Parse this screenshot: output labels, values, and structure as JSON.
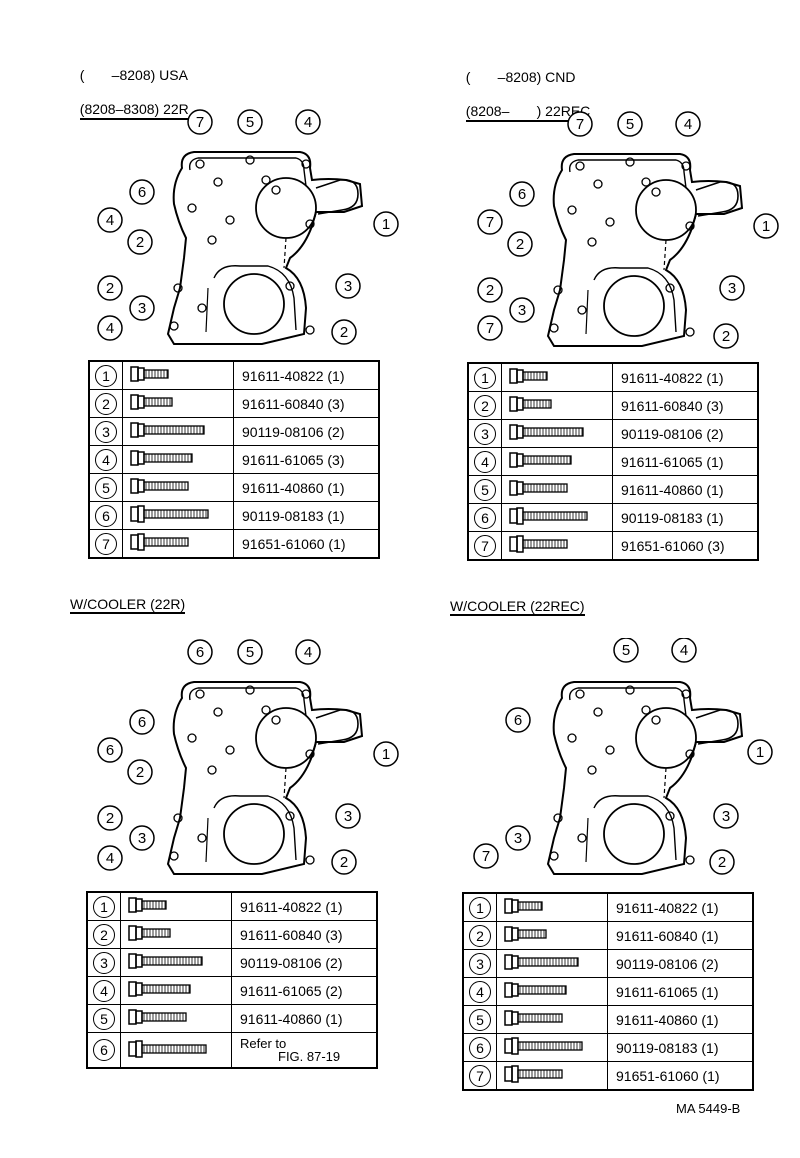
{
  "headers": {
    "tl_line1": "(       –8208) USA",
    "tl_line2": "(8208–8308) 22R",
    "tr_line1": "(       –8208) CND",
    "tr_line2": "(8208–       ) 22REC"
  },
  "sections": {
    "bl_title": "W/COOLER (22R)",
    "br_title": "W/COOLER (22REC)"
  },
  "callouts": [
    "1",
    "2",
    "3",
    "4",
    "5",
    "6",
    "7"
  ],
  "tables": {
    "tl": [
      {
        "n": "1",
        "pn": "91611-40822 (1)"
      },
      {
        "n": "2",
        "pn": "91611-60840 (3)"
      },
      {
        "n": "3",
        "pn": "90119-08106 (2)"
      },
      {
        "n": "4",
        "pn": "91611-61065 (3)"
      },
      {
        "n": "5",
        "pn": "91611-40860 (1)"
      },
      {
        "n": "6",
        "pn": "90119-08183 (1)"
      },
      {
        "n": "7",
        "pn": "91651-61060 (1)"
      }
    ],
    "tr": [
      {
        "n": "1",
        "pn": "91611-40822 (1)"
      },
      {
        "n": "2",
        "pn": "91611-60840 (3)"
      },
      {
        "n": "3",
        "pn": "90119-08106 (2)"
      },
      {
        "n": "4",
        "pn": "91611-61065 (1)"
      },
      {
        "n": "5",
        "pn": "91611-40860 (1)"
      },
      {
        "n": "6",
        "pn": "90119-08183 (1)"
      },
      {
        "n": "7",
        "pn": "91651-61060 (3)"
      }
    ],
    "bl": [
      {
        "n": "1",
        "pn": "91611-40822 (1)"
      },
      {
        "n": "2",
        "pn": "91611-60840 (3)"
      },
      {
        "n": "3",
        "pn": "90119-08106 (2)"
      },
      {
        "n": "4",
        "pn": "91611-61065 (2)"
      },
      {
        "n": "5",
        "pn": "91611-40860 (1)"
      }
    ],
    "bl_ref": {
      "n": "6",
      "line1": "Refer to",
      "line2": "FIG. 87-19"
    },
    "br": [
      {
        "n": "1",
        "pn": "91611-40822 (1)"
      },
      {
        "n": "2",
        "pn": "91611-60840 (1)"
      },
      {
        "n": "3",
        "pn": "90119-08106 (2)"
      },
      {
        "n": "4",
        "pn": "91611-61065 (1)"
      },
      {
        "n": "5",
        "pn": "91611-40860 (1)"
      },
      {
        "n": "6",
        "pn": "90119-08183 (1)"
      },
      {
        "n": "7",
        "pn": "91651-61060 (1)"
      }
    ]
  },
  "footer": {
    "code": "MA  5449-B"
  }
}
